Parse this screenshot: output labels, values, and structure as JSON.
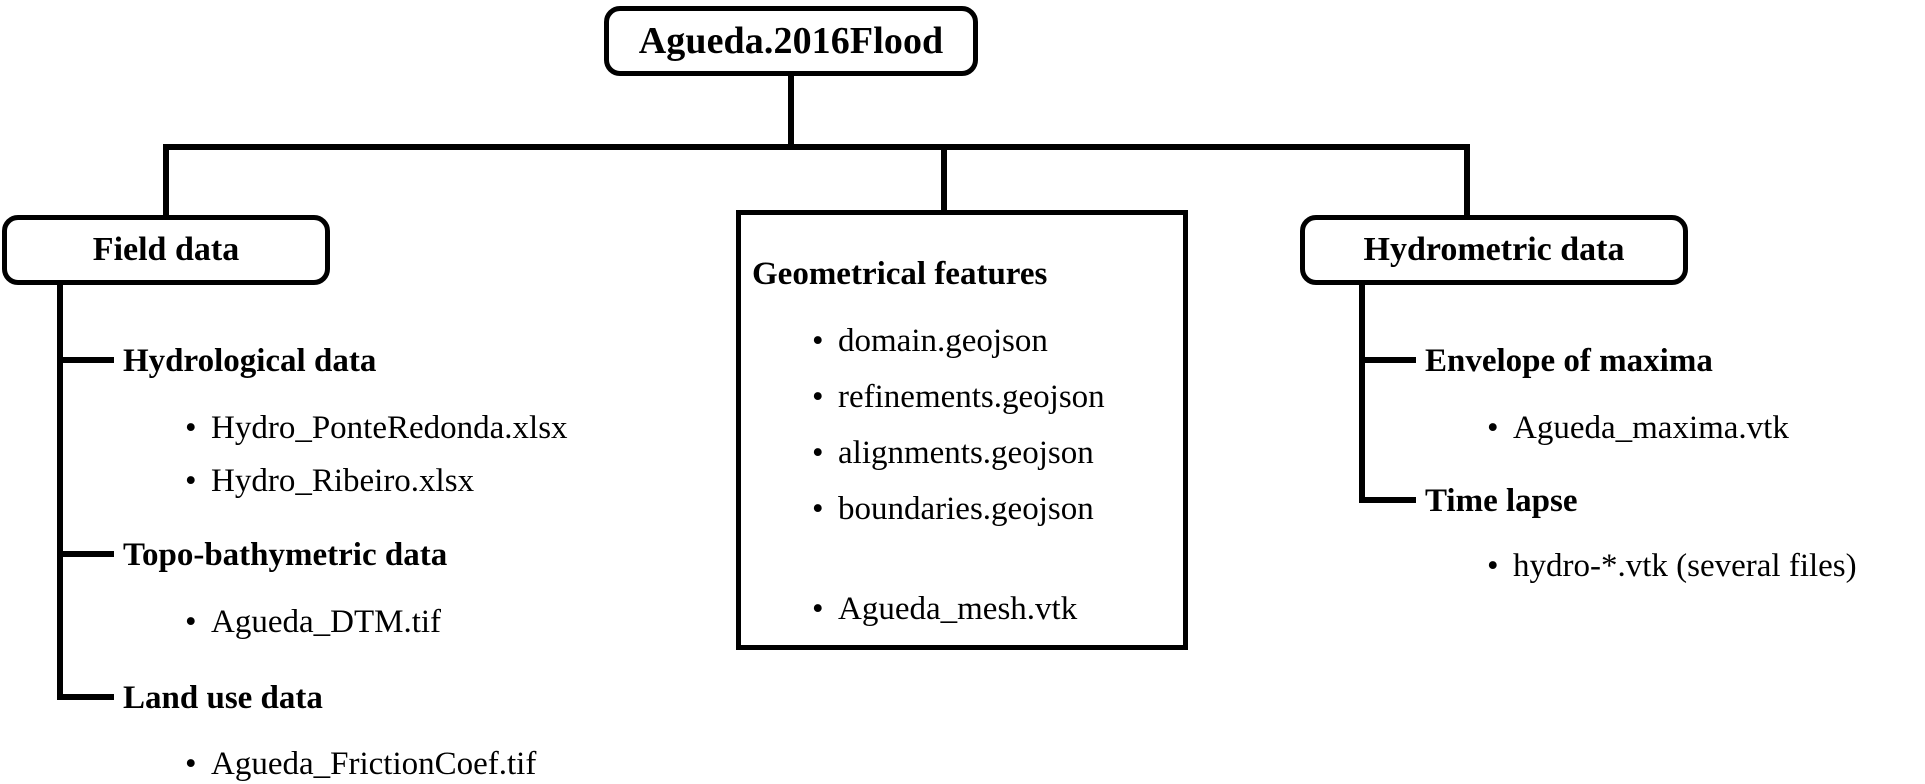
{
  "diagram": {
    "root": {
      "label": "Agueda.2016Flood"
    },
    "branches": [
      {
        "id": "field-data",
        "label": "Field data",
        "groups": [
          {
            "title": "Hydrological data",
            "files": [
              "Hydro_PonteRedonda.xlsx",
              "Hydro_Ribeiro.xlsx"
            ]
          },
          {
            "title": "Topo-bathymetric data",
            "files": [
              "Agueda_DTM.tif"
            ]
          },
          {
            "title": "Land use data",
            "files": [
              "Agueda_FrictionCoef.tif"
            ]
          }
        ]
      },
      {
        "id": "geometrical-features",
        "label": "Geometrical features",
        "files": [
          "domain.geojson",
          "refinements.geojson",
          "alignments.geojson",
          "boundaries.geojson",
          "Agueda_mesh.vtk"
        ]
      },
      {
        "id": "hydrometric-data",
        "label": "Hydrometric data",
        "groups": [
          {
            "title": "Envelope of maxima",
            "files": [
              "Agueda_maxima.vtk"
            ]
          },
          {
            "title": "Time lapse",
            "files": [
              "hydro-*.vtk (several files)"
            ]
          }
        ]
      }
    ],
    "bullet_glyph": "•",
    "line_color": "#000000",
    "background_color": "#ffffff"
  }
}
